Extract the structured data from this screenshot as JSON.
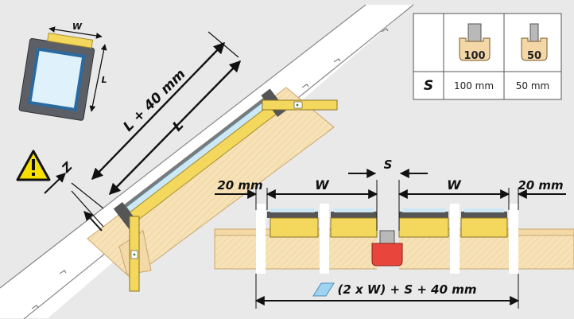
{
  "labels": {
    "w_top": "W",
    "l_top": "L",
    "l_plus": "L + 40 mm",
    "l_main": "L",
    "z": "Z",
    "s_top": "S",
    "w_left": "W",
    "w_right": "W",
    "gap_left": "20 mm",
    "gap_right": "20 mm",
    "total": "(2 x W) + S + 40 mm"
  },
  "table": {
    "row_label": "S",
    "col1_badge": "100",
    "col2_badge": "50",
    "col1_value": "100 mm",
    "col2_value": "50 mm"
  },
  "icons": [
    "warning-icon",
    "window-thumbnail-icon",
    "spirit-level-icon",
    "frame-section-icon",
    "glass-pane-icon"
  ],
  "colors": {
    "background": "#e9e9e9",
    "wood": "#f3d9a8",
    "frame_yellow": "#f4d85e",
    "glass": "#cde8f4",
    "red_batten": "#e8463c",
    "warning_yellow": "#f6e000"
  }
}
